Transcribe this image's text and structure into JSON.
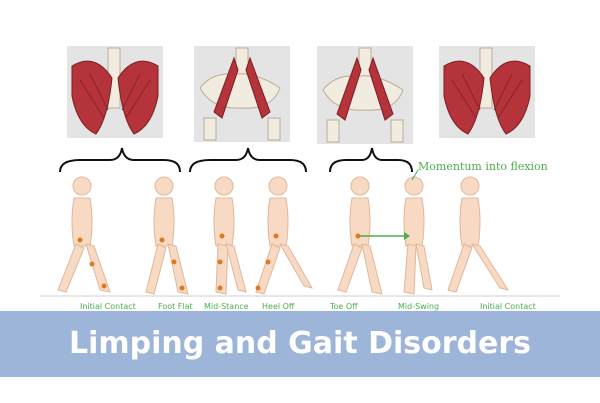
{
  "banner": {
    "title": "Limping and Gait Disorders",
    "background_color": "#9db5d8",
    "text_color": "#ffffff"
  },
  "annotation": {
    "text": "Momentum into flexion",
    "color": "#4cae4c"
  },
  "gait_phases": [
    "Initial Contact",
    "Foot Flat",
    "Mid-Stance",
    "Heel Off",
    "Toe Off",
    "Mid-Swing",
    "Initial Contact"
  ],
  "colors": {
    "muscle": "#b5333a",
    "bone": "#f2ece0",
    "skin": "#f7d9c4",
    "joint_marker": "#e07a1f",
    "label_green": "#4cae4c"
  }
}
